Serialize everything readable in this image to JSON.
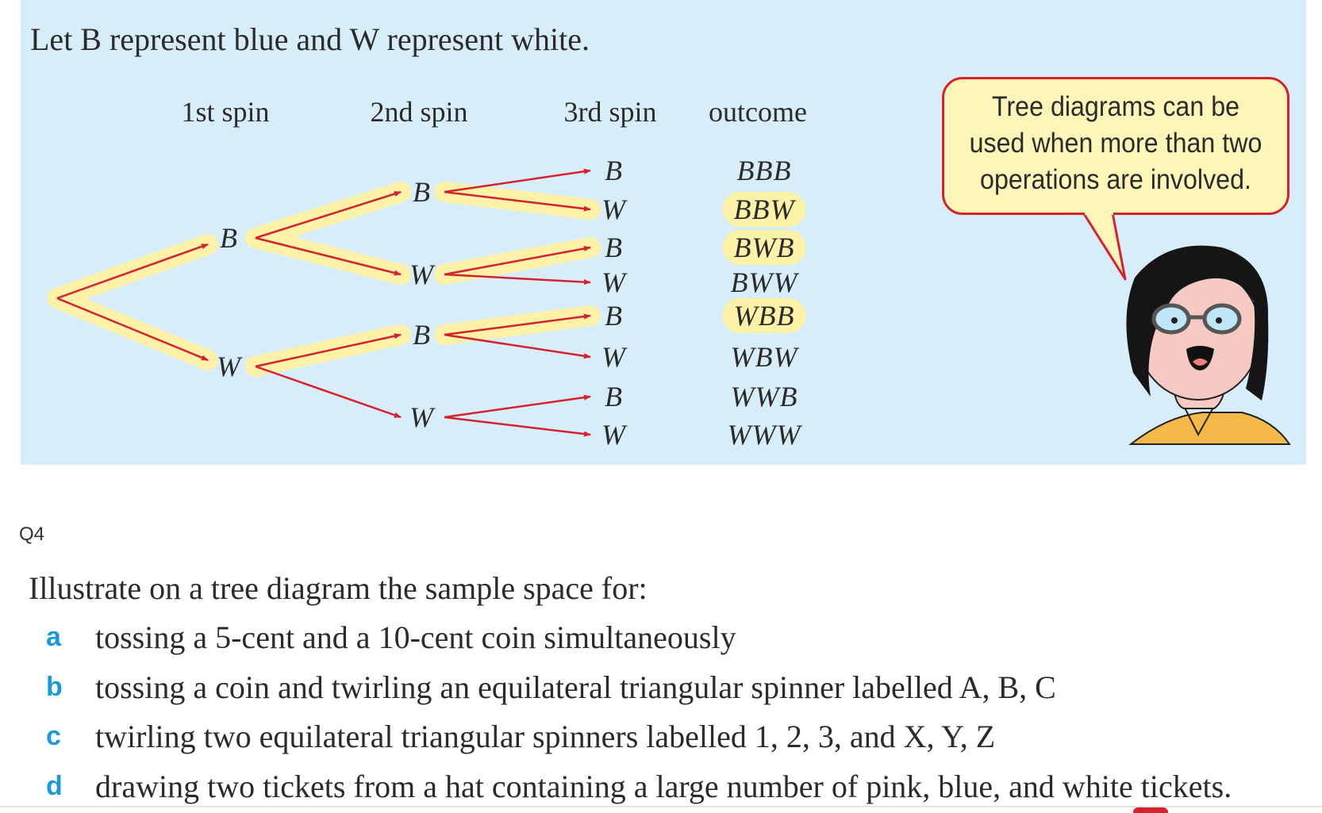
{
  "intro": "Let B represent blue and W represent white.",
  "tree": {
    "headers": [
      "1st spin",
      "2nd spin",
      "3rd spin",
      "outcome"
    ],
    "nodes": {
      "first": [
        "B",
        "W"
      ],
      "second": [
        "B",
        "W",
        "B",
        "W"
      ],
      "third": [
        "B",
        "W",
        "B",
        "W",
        "B",
        "W",
        "B",
        "W"
      ]
    },
    "outcomes": [
      {
        "text": "BBB",
        "highlighted": false
      },
      {
        "text": "BBW",
        "highlighted": true
      },
      {
        "text": "BWB",
        "highlighted": true
      },
      {
        "text": "BWW",
        "highlighted": false
      },
      {
        "text": "WBB",
        "highlighted": true
      },
      {
        "text": "WBW",
        "highlighted": false
      },
      {
        "text": "WWB",
        "highlighted": false
      },
      {
        "text": "WWW",
        "highlighted": false
      }
    ],
    "colors": {
      "branch": "#d4232f",
      "highlight": "#fdf2a8",
      "panel": "#d7edf9"
    }
  },
  "speech_bubble": {
    "lines": [
      "Tree diagrams can be",
      "used when more than two",
      "operations are involved."
    ]
  },
  "question": {
    "label": "Q4",
    "prompt": "Illustrate on a tree diagram the sample space for:",
    "parts": [
      {
        "letter": "a",
        "text": "tossing a 5-cent and a 10-cent coin simultaneously"
      },
      {
        "letter": "b",
        "text": "tossing a coin and twirling an equilateral triangular spinner labelled A, B, C"
      },
      {
        "letter": "c",
        "text": "twirling two equilateral triangular spinners labelled 1, 2, 3, and X, Y, Z"
      },
      {
        "letter": "d",
        "text": "drawing two tickets from a hat containing a large number of pink, blue, and white tickets."
      }
    ]
  }
}
